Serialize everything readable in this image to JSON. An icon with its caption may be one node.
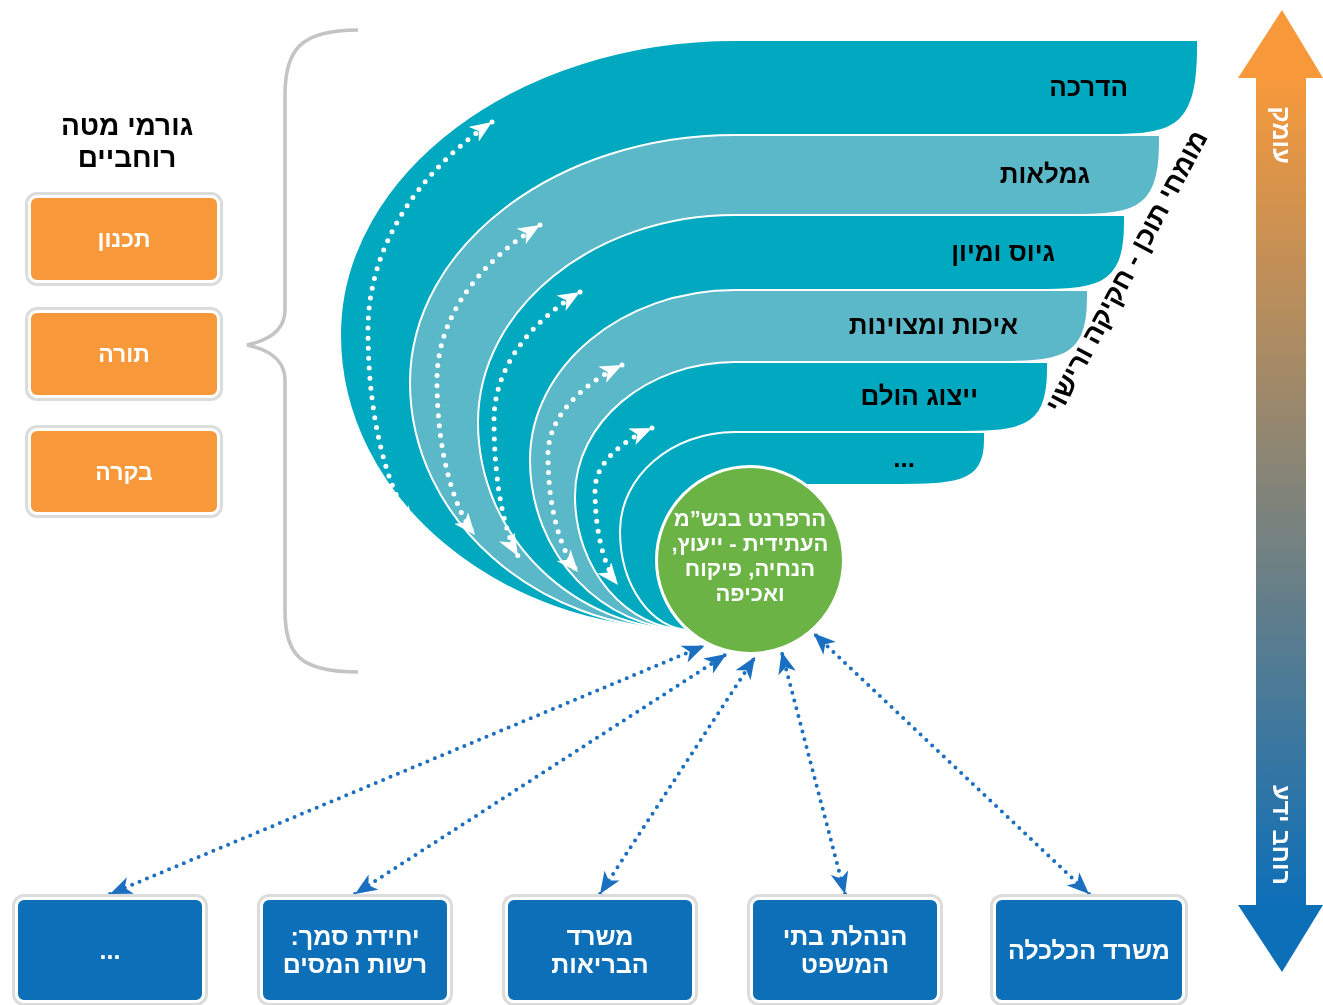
{
  "diagram": {
    "title": "גורמי מטה רוחביים",
    "nodes": [
      {
        "text": [
          "תכנון"
        ]
      },
      {
        "text": [
          "תורה"
        ]
      },
      {
        "text": [
          "בקרה"
        ]
      },
      {
        "text": [
          "הדרכה"
        ]
      },
      {
        "text": [
          "גמלאות"
        ]
      },
      {
        "text": [
          "גיוס ומיון"
        ]
      },
      {
        "text": [
          "איכות ומצוינות"
        ]
      },
      {
        "text": [
          "ייצוג הולם"
        ]
      },
      {
        "text": [
          "..."
        ]
      },
      {
        "text": [
          "הרפרנט בנש”מ העתידית - ייעוץ, הנחיה, פיקוח ואכיפה"
        ]
      },
      {
        "text": [
          "משרד הכלכלה"
        ]
      },
      {
        "text": [
          "הנהלת בתי המשפט"
        ]
      },
      {
        "text": [
          "משרד הבריאות"
        ]
      },
      {
        "text": [
          "יחידת סמך: רשות המסים"
        ]
      },
      {
        "text": [
          "..."
        ]
      }
    ],
    "edges": [
      {
        "from": 10,
        "to": 9,
        "arrow": "both",
        "style": "dashed"
      },
      {
        "from": 11,
        "to": 9,
        "arrow": "both",
        "style": "dashed"
      },
      {
        "from": 12,
        "to": 9,
        "arrow": "both",
        "style": "dashed"
      },
      {
        "from": 13,
        "to": 9,
        "arrow": "both",
        "style": "dashed"
      },
      {
        "from": 14,
        "to": 9,
        "arrow": "both",
        "style": "dashed"
      }
    ],
    "labels": [
      "מומחי תוכן - חקיקה ורישוי",
      "עומק",
      "רוחב ידע"
    ]
  }
}
